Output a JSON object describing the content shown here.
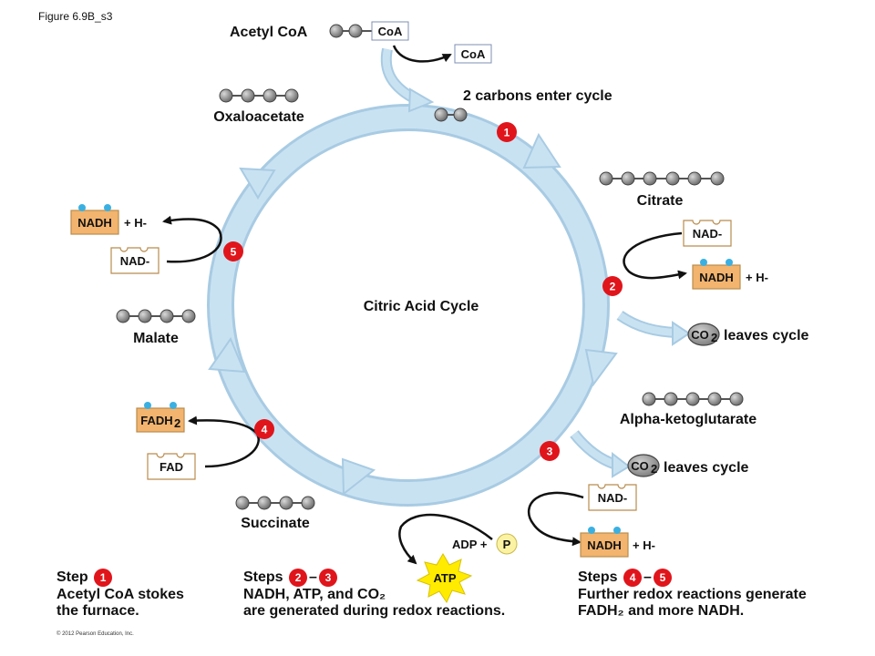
{
  "figure_label": "Figure 6.9B_s3",
  "copyright": "© 2012 Pearson Education, Inc.",
  "center_title": "Citric Acid Cycle",
  "entry": {
    "acetyl_coa": "Acetyl CoA",
    "coa": "CoA",
    "coa_released": "CoA",
    "enter_text": "2 carbons enter cycle"
  },
  "molecules": {
    "oxaloacetate": "Oxaloacetate",
    "citrate": "Citrate",
    "alpha_ketoglutarate": "Alpha-ketoglutarate",
    "succinate": "Succinate",
    "malate": "Malate"
  },
  "carriers": {
    "nad": "NAD-",
    "nadh": "NADH",
    "h": "+ H-",
    "fad": "FAD",
    "fadh2": "FADH",
    "sub2": "2",
    "co2": "CO",
    "leaves": "leaves cycle",
    "adp": "ADP +",
    "p": "P",
    "atp": "ATP"
  },
  "step_numbers": [
    "1",
    "2",
    "3",
    "4",
    "5"
  ],
  "notes": {
    "step1_title": "Step",
    "step1_line1": "Acetyl CoA stokes",
    "step1_line2": "the furnace.",
    "steps23_title": "Steps",
    "steps23_dash": "–",
    "steps23_line1": "NADH, ATP, and CO₂",
    "steps23_line2": "are generated during redox reactions.",
    "steps45_title": "Steps",
    "steps45_dash": "–",
    "steps45_line1": "Further redox reactions generate",
    "steps45_line2": "FADH₂ and more NADH."
  },
  "colors": {
    "cycle_fill": "#c5dff0",
    "cycle_stroke": "#a8cbe3",
    "step_red": "#e0151b",
    "carrier_orange": "#f2b46e",
    "electron_blue": "#3ab0e2",
    "atp_yellow": "#ffeb00",
    "carbon_gray": "#8a8a8a"
  }
}
